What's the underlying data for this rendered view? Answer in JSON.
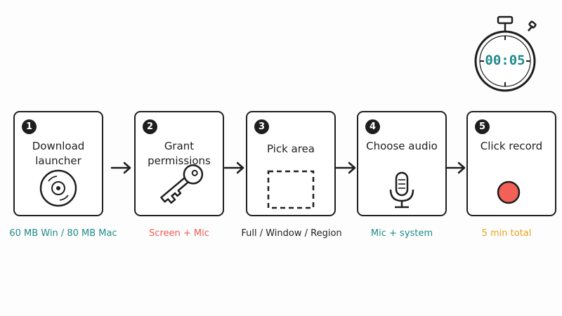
{
  "timer": {
    "time": "00:05"
  },
  "steps": [
    {
      "number": "1",
      "title": "Download launcher",
      "caption": "60 MB Win / 80 MB Mac",
      "icon": "disc-icon"
    },
    {
      "number": "2",
      "title": "Grant permissions",
      "caption": "Screen + Mic",
      "icon": "key-icon"
    },
    {
      "number": "3",
      "title": "Pick area",
      "caption": "Full / Window / Region",
      "icon": "dashed-selection-icon"
    },
    {
      "number": "4",
      "title": "Choose audio",
      "caption": "Mic + system",
      "icon": "microphone-icon"
    },
    {
      "number": "5",
      "title": "Click record",
      "caption": "5 min total",
      "icon": "record-icon"
    }
  ],
  "colors": {
    "ink": "#1e1e1e",
    "teal": "#1f8a8a",
    "coral": "#f05a4f",
    "amber": "#e9a21a",
    "record_red": "#f26157"
  }
}
